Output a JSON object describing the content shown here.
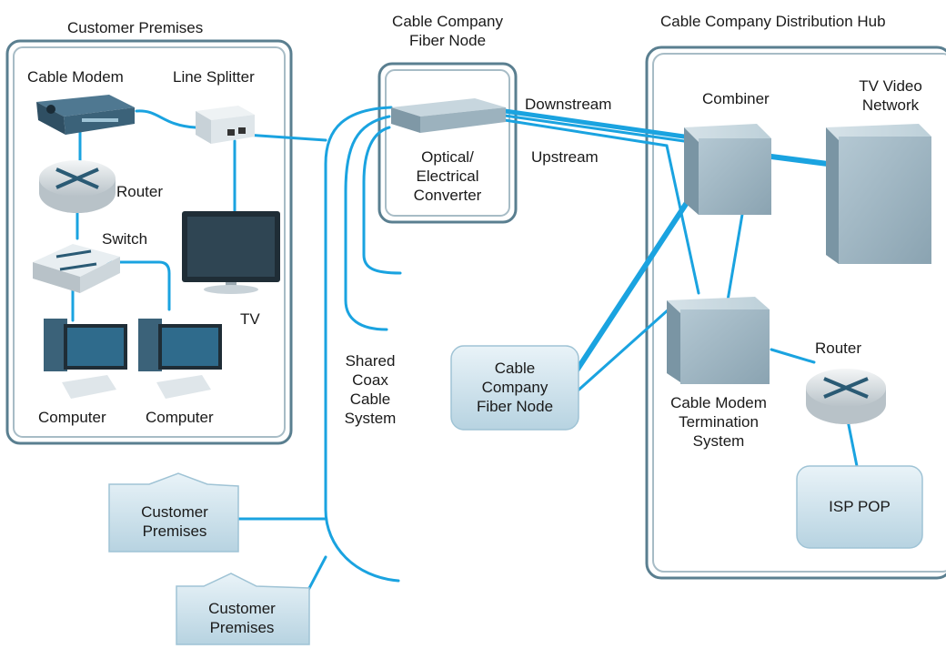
{
  "title_customer": "Customer Premises",
  "title_fiber_node": [
    "Cable Company",
    "Fiber Node"
  ],
  "title_hub": "Cable Company Distribution Hub",
  "lbl_cable_modem": "Cable Modem",
  "lbl_line_splitter": "Line Splitter",
  "lbl_router_left": "Router",
  "lbl_switch": "Switch",
  "lbl_tv": "TV",
  "lbl_computer_1": "Computer",
  "lbl_computer_2": "Computer",
  "lbl_converter": [
    "Optical/",
    "Electrical",
    "Converter"
  ],
  "lbl_downstream": "Downstream",
  "lbl_upstream": "Upstream",
  "lbl_shared_coax": [
    "Shared",
    "Coax",
    "Cable",
    "System"
  ],
  "lbl_fiber_node_2": [
    "Cable",
    "Company",
    "Fiber Node"
  ],
  "lbl_combiner": "Combiner",
  "lbl_tv_video": [
    "TV Video",
    "Network"
  ],
  "lbl_cmts": [
    "Cable Modem",
    "Termination",
    "System"
  ],
  "lbl_router_right": "Router",
  "lbl_isp_pop": "ISP POP",
  "lbl_customer_house_1": [
    "Customer",
    "Premises"
  ],
  "lbl_customer_house_2": [
    "Customer",
    "Premises"
  ],
  "colors": {
    "line": "#1aa3e0",
    "frame": "#5a7f90",
    "cube": "#9bb4c2",
    "device": "#c8d2d8"
  }
}
